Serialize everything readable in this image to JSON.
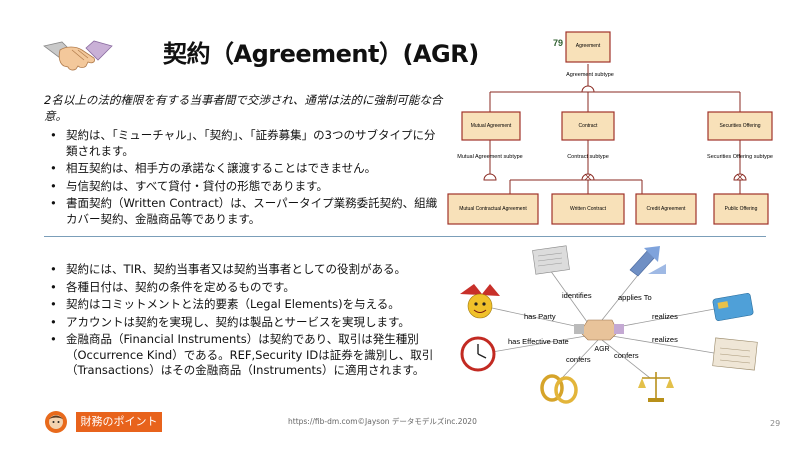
{
  "slide": {
    "title": "契約（Agreement）(AGR)",
    "intro": "2名以上の法的権限を有する当事者間で交渉され、通常は法的に強制可能な合意。",
    "bullets_top": [
      "契約は、「ミューチャル」、「契約」、「証券募集」の3つのサブタイプに分類されます。",
      "相互契約は、相手方の承諾なく譲渡することはできません。",
      "与信契約は、すべて貸付・貸付の形態であります。",
      "書面契約（Written Contract）は、スーパータイプ業務委託契約、組織カバー契約、金融商品等であります。"
    ],
    "bullets_bottom": [
      "契約には、TIR、契約当事者又は契約当事者としての役割がある。",
      "各種日付は、契約の条件を定めるものです。",
      "契約はコミットメントと法的要素（Legal Elements)を与える。",
      "アカウントは契約を実現し、契約は製品とサービスを実現します。",
      "金融商品（Financial Instruments）は契約であり、取引は発生種別（Occurrence Kind）である。REF,Security IDは証券を識別し、取引（Transactions）はその金融商品（Instruments）に適用されます。"
    ]
  },
  "diagram": {
    "root_number": "79",
    "root": "Agreement",
    "root_subtype": "Agreement subtype",
    "level2": [
      "Mutual Agreement",
      "Contract",
      "Securities Offering"
    ],
    "level2_subtypes": [
      "Mutual Agreement subtype",
      "Contract subtype",
      "Securities Offering subtype"
    ],
    "level3": [
      "Mutual Contractual Agreement",
      "Written Contract",
      "Credit Agreement",
      "Public Offering"
    ],
    "colors": {
      "box_fill": "#f8e1b9",
      "box_border": "#a0322a",
      "line": "#8a2a22"
    }
  },
  "graph": {
    "center": "AGR",
    "edges": [
      "identifies",
      "applies To",
      "has Party",
      "realizes",
      "has Effective Date",
      "realizes",
      "confers",
      "confers"
    ],
    "icons": [
      "handshake-icon",
      "document-icon",
      "arrows-icon",
      "jester-mask-icon",
      "credit-cards-icon",
      "clock-icon",
      "contract-paper-icon",
      "rings-icon",
      "scales-icon"
    ]
  },
  "footer": {
    "button_label": "財務のポイント",
    "url": "https://fib-dm.com©Jayson データモデルズinc.2020",
    "page_number": "29"
  }
}
